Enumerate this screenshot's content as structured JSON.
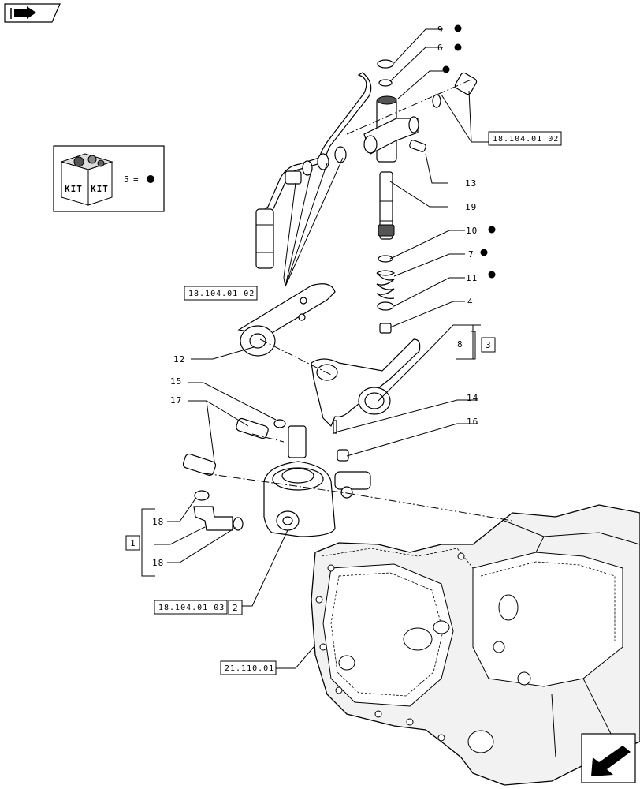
{
  "nav": {
    "top_left_icon": "page-forward-icon",
    "bottom_right_icon": "return-arrow-icon"
  },
  "kit": {
    "badge_left": "KIT",
    "badge_right": "KIT",
    "item_number": "5",
    "equals": "=",
    "marker": "●"
  },
  "callouts": [
    {
      "id": "9",
      "text": "9",
      "kit": true
    },
    {
      "id": "6",
      "text": "6",
      "kit": true
    },
    {
      "id": "13",
      "text": "13",
      "kit": false
    },
    {
      "id": "19",
      "text": "19",
      "kit": false
    },
    {
      "id": "10",
      "text": "10",
      "kit": true
    },
    {
      "id": "7",
      "text": "7",
      "kit": true
    },
    {
      "id": "11",
      "text": "11",
      "kit": true
    },
    {
      "id": "4",
      "text": "4",
      "kit": false
    },
    {
      "id": "8",
      "text": "8",
      "kit": false
    },
    {
      "id": "12",
      "text": "12",
      "kit": false
    },
    {
      "id": "15",
      "text": "15",
      "kit": false
    },
    {
      "id": "17",
      "text": "17",
      "kit": false
    },
    {
      "id": "14",
      "text": "14",
      "kit": false
    },
    {
      "id": "16",
      "text": "16",
      "kit": false
    },
    {
      "id": "18a",
      "text": "18",
      "kit": false
    },
    {
      "id": "18b",
      "text": "18",
      "kit": false
    }
  ],
  "refs": [
    {
      "id": "ref-right",
      "text": "18.104.01 02"
    },
    {
      "id": "ref-left",
      "text": "18.104.01 02"
    },
    {
      "id": "ref-bottom",
      "text": "18.104.01 03"
    },
    {
      "id": "ref-housing",
      "text": "21.110.01"
    }
  ],
  "boxes": [
    {
      "id": "box-3",
      "text": "3"
    },
    {
      "id": "box-1",
      "text": "1"
    },
    {
      "id": "box-2",
      "text": "2"
    }
  ]
}
